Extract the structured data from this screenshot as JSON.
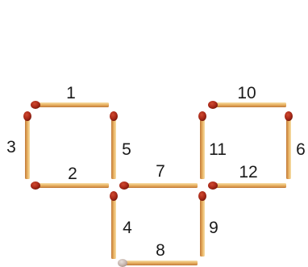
{
  "puzzle": {
    "matches": [
      {
        "id": "1",
        "label": "1",
        "orientation": "horizontal",
        "head": "left"
      },
      {
        "id": "2",
        "label": "2",
        "orientation": "horizontal",
        "head": "left"
      },
      {
        "id": "3",
        "label": "3",
        "orientation": "vertical",
        "head": "top"
      },
      {
        "id": "4",
        "label": "4",
        "orientation": "vertical",
        "head": "top"
      },
      {
        "id": "5",
        "label": "5",
        "orientation": "vertical",
        "head": "top"
      },
      {
        "id": "6",
        "label": "6",
        "orientation": "vertical",
        "head": "top"
      },
      {
        "id": "7",
        "label": "7",
        "orientation": "horizontal",
        "head": "left"
      },
      {
        "id": "8",
        "label": "8",
        "orientation": "horizontal",
        "head": "left"
      },
      {
        "id": "9",
        "label": "9",
        "orientation": "vertical",
        "head": "top"
      },
      {
        "id": "10",
        "label": "10",
        "orientation": "horizontal",
        "head": "left"
      },
      {
        "id": "11",
        "label": "11",
        "orientation": "vertical",
        "head": "top"
      },
      {
        "id": "12",
        "label": "12",
        "orientation": "horizontal",
        "head": "left"
      }
    ]
  },
  "colors": {
    "wood_light": "#f7dfa8",
    "wood_mid": "#e8b060",
    "wood_dark": "#c07838",
    "head": "#a82818",
    "head_dark": "#6e1408"
  }
}
